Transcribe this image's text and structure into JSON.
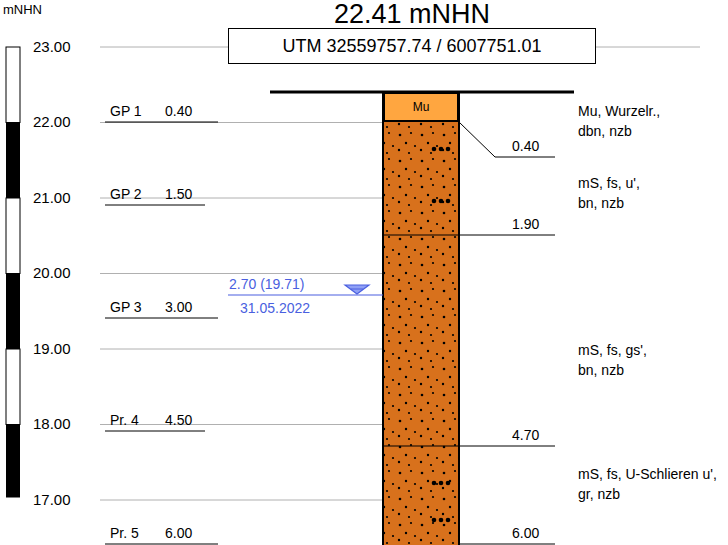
{
  "diagram": {
    "title": "22.41 mNHN",
    "nodes": [
      {
        "text": [
          "UTM 32559757.74 / 6007751.01"
        ]
      },
      {
        "text": [
          "Mu"
        ]
      }
    ],
    "labels": [
      "mNHN",
      "23.00",
      "22.00",
      "21.00",
      "20.00",
      "19.00",
      "18.00",
      "17.00",
      "GP 1",
      "0.40",
      "GP 2",
      "1.50",
      "GP 3",
      "3.00",
      "Pr. 4",
      "4.50",
      "Pr. 5",
      "6.00",
      "2.70 (19.71)",
      "31.05.2022",
      "Mu, Wurzelr., dbn, nzb",
      "0.40",
      "mS, fs, u', bn, nzb",
      "1.90",
      "mS, fs, gs', bn, nzb",
      "4.70",
      "mS, fs, U-Schlieren u', gr, nzb",
      "6.00"
    ]
  }
}
